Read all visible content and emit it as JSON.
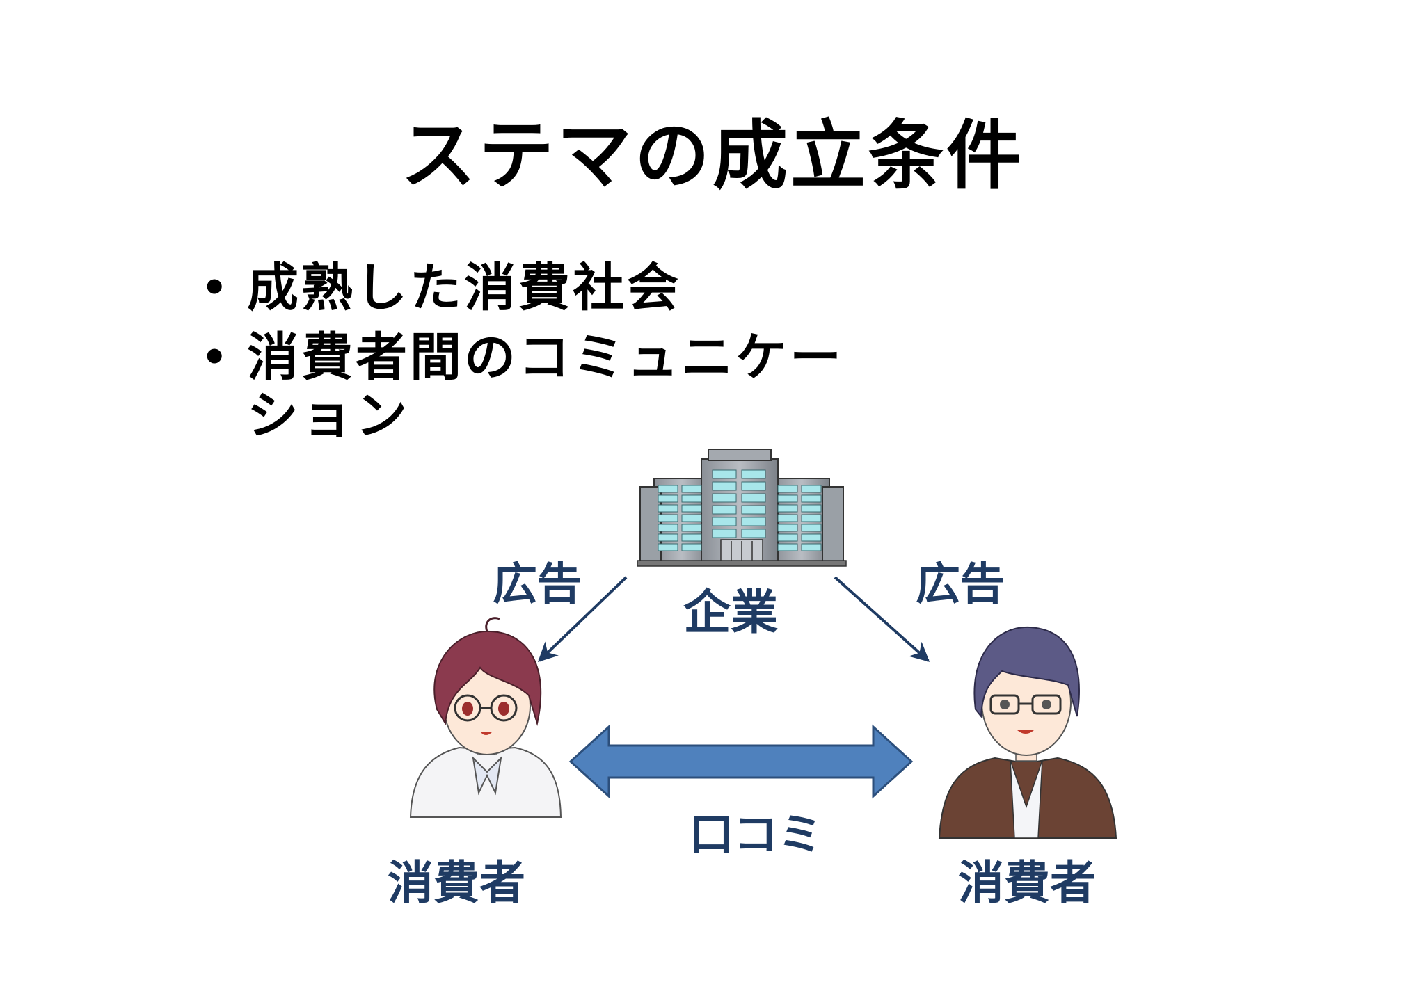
{
  "title": "ステマの成立条件",
  "bullets": [
    {
      "marker": "•",
      "text": "成熟した消費社会"
    },
    {
      "marker": "•",
      "text": "消費者間のコミュニケーション"
    }
  ],
  "diagram": {
    "company_label": "企業",
    "ad_left_label": "広告",
    "ad_right_label": "広告",
    "word_of_mouth_label": "口コミ",
    "consumer_left_label": "消費者",
    "consumer_right_label": "消費者",
    "label_color": "#1f3b63",
    "arrow_fill": "#4f81bd",
    "arrow_stroke": "#2c4f7c"
  }
}
